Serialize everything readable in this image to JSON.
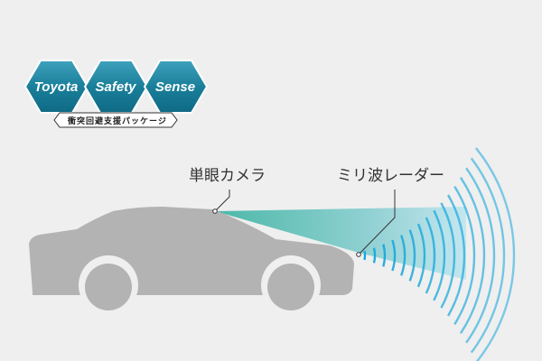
{
  "logo": {
    "words": [
      "Toyota",
      "Safety",
      "Sense"
    ],
    "subtitle": "衝突回避支援パッケージ",
    "color": "#1a7f9a"
  },
  "labels": {
    "camera": "単眼カメラ",
    "radar": "ミリ波レーダー"
  },
  "colors": {
    "car": "#b3b3b3",
    "cone_start": "#4cb8a8",
    "cone_end": "#bfe4ec",
    "radar": "#1aa8dc"
  }
}
